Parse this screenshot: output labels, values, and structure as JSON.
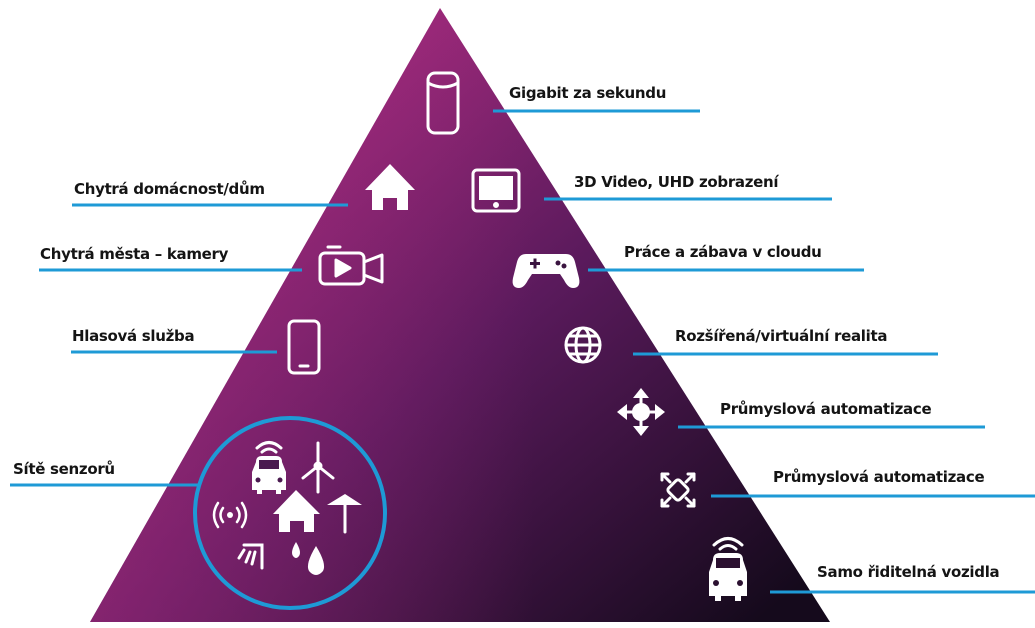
{
  "colors": {
    "pyramid_top": "#a12a7c",
    "pyramid_bottom_dark": "#1a0c20",
    "accent_line": "#1e9ad6",
    "label_text": "#141414",
    "icon": "#ffffff"
  },
  "left_labels": [
    {
      "id": "smart-home",
      "text": "Chytrá domácnost/dům",
      "icon": "house-icon"
    },
    {
      "id": "smart-cities",
      "text": "Chytrá města – kamery",
      "icon": "video-camera-icon"
    },
    {
      "id": "voice",
      "text": "Hlasová služba",
      "icon": "smartphone-icon"
    },
    {
      "id": "sensor-networks",
      "text": "Sítě senzorů",
      "icon": "sensor-cluster-icon"
    }
  ],
  "right_labels": [
    {
      "id": "gigabit",
      "text": "Gigabit za sekundu",
      "icon": "cylinder-speaker-icon"
    },
    {
      "id": "3d-video",
      "text": "3D Video, UHD zobrazení",
      "icon": "tablet-icon"
    },
    {
      "id": "cloud-gaming",
      "text": "Práce a zábava v cloudu",
      "icon": "gamepad-icon"
    },
    {
      "id": "ar-vr",
      "text": "Rozšířená/virtuální realita",
      "icon": "globe-icon"
    },
    {
      "id": "automation-1",
      "text": "Průmyslová automatizace",
      "icon": "move-arrows-icon"
    },
    {
      "id": "automation-2",
      "text": "Průmyslová automatizace",
      "icon": "expand-arrows-icon"
    },
    {
      "id": "self-driving",
      "text": "Samo řiditelná vozidla",
      "icon": "connected-car-icon"
    }
  ]
}
